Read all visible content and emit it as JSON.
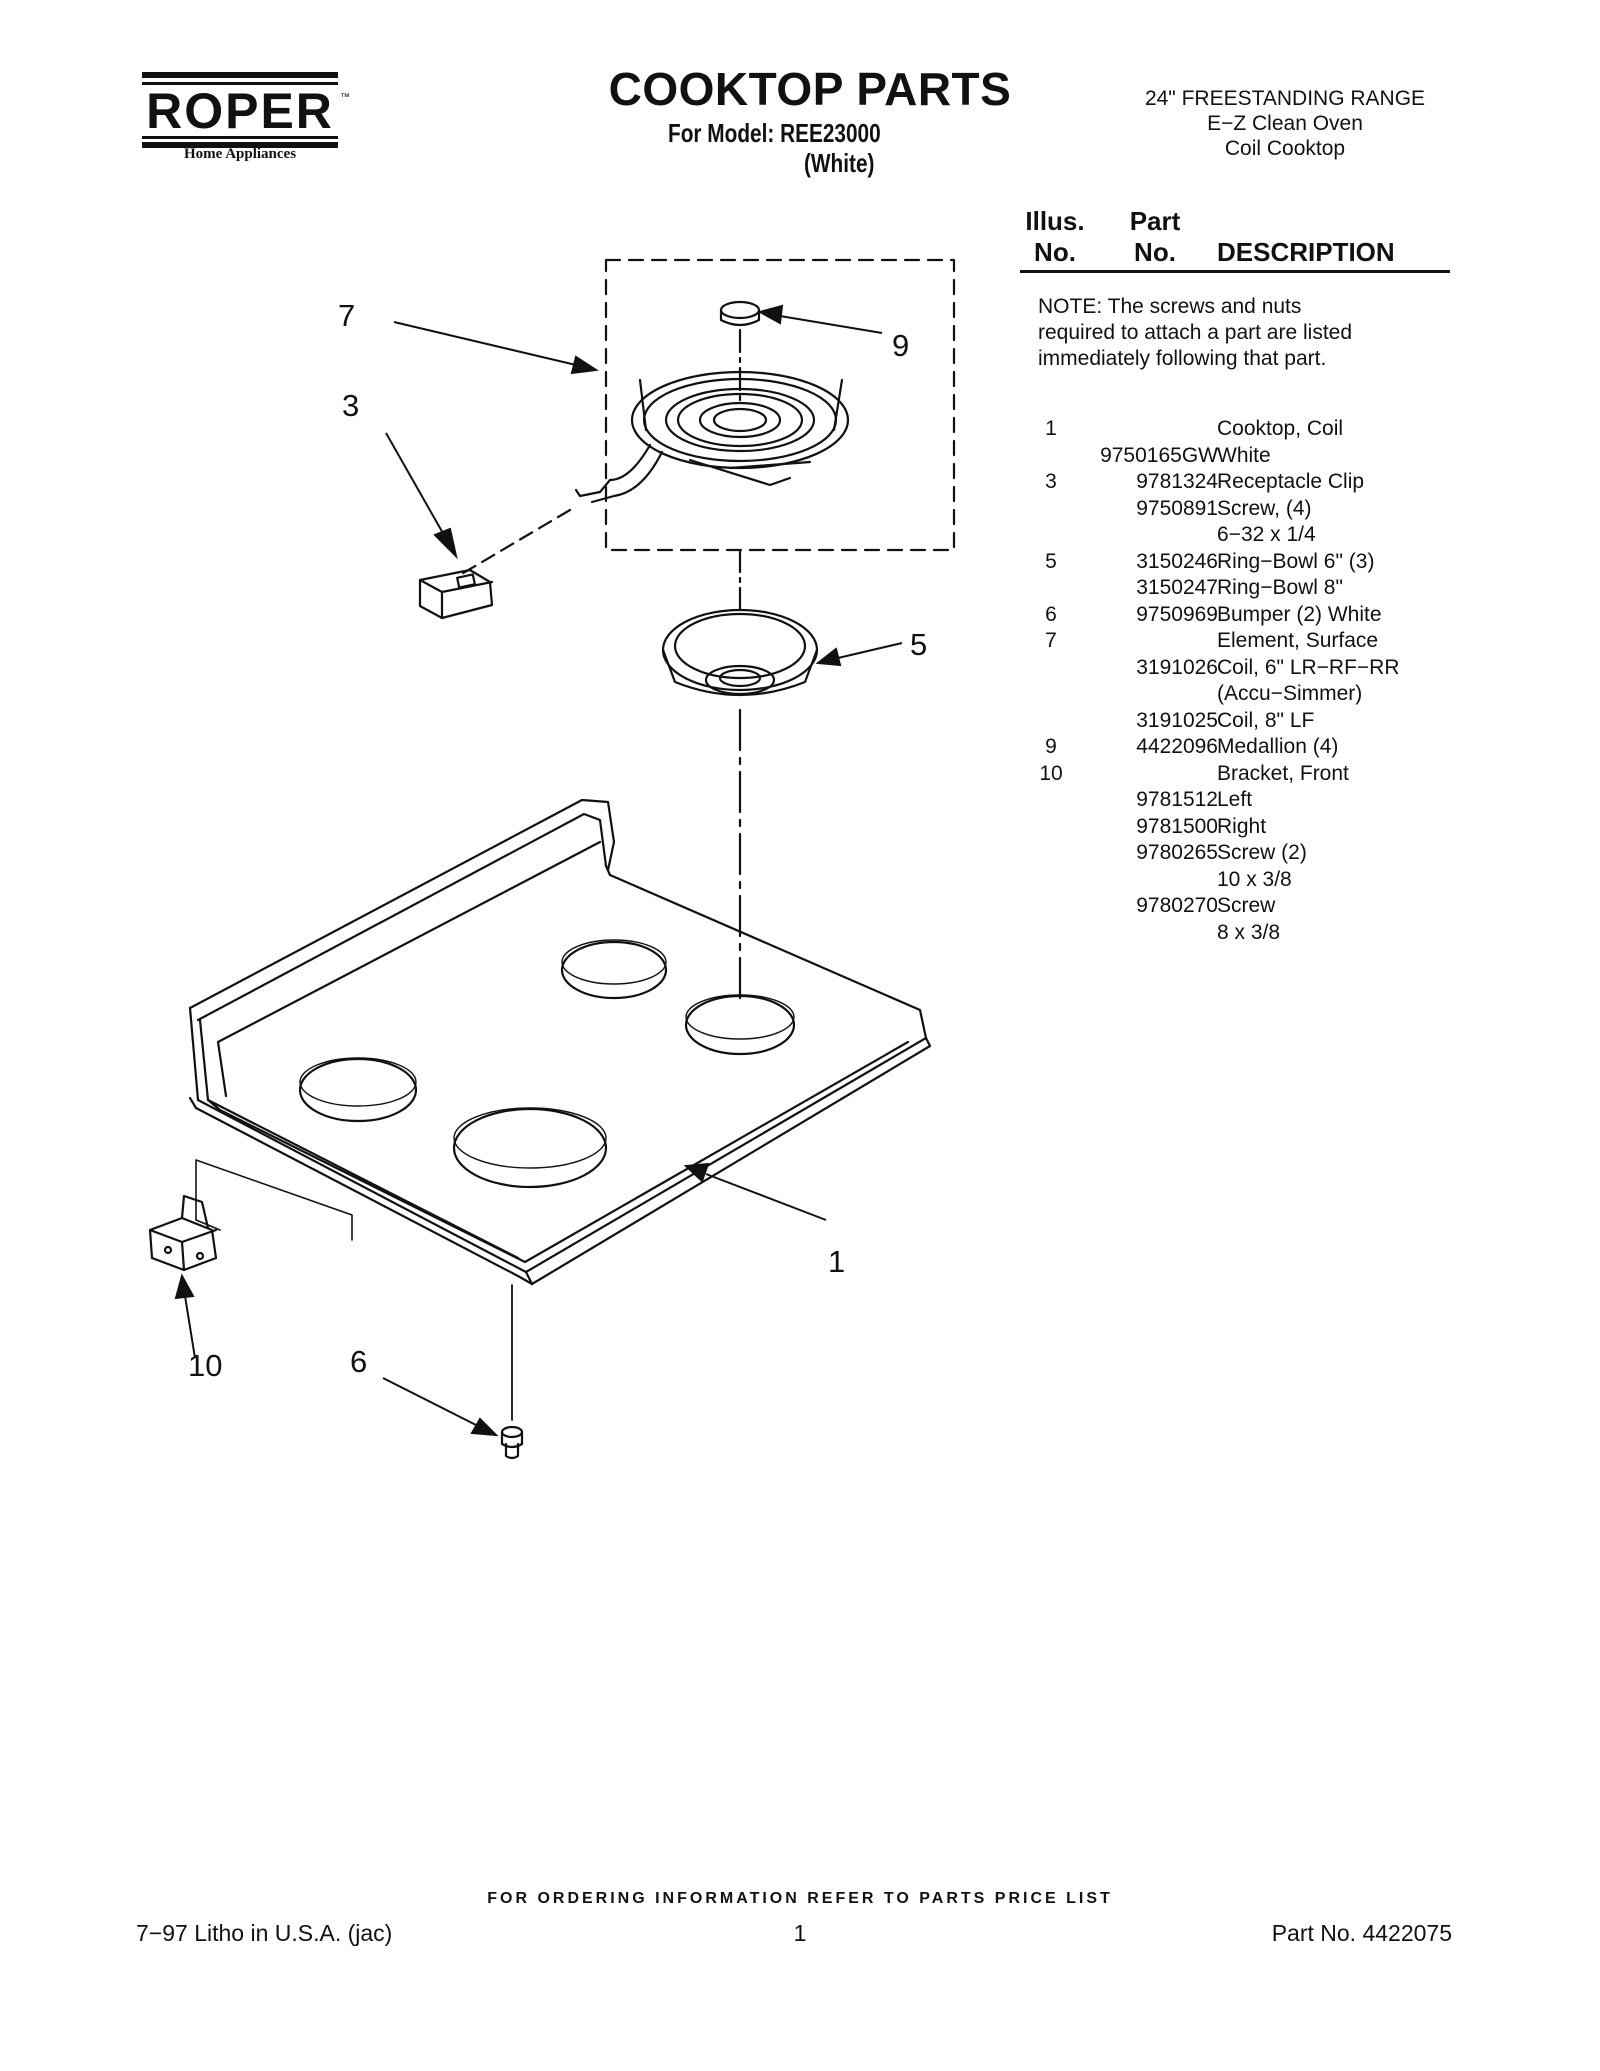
{
  "header": {
    "brand": "ROPER",
    "brand_tm": "™",
    "brand_sub": "Home Appliances",
    "title": "COOKTOP PARTS",
    "model_line": "For Model: REE23000",
    "color_line": "(White)",
    "product_lines": [
      "24\" FREESTANDING RANGE",
      "E−Z Clean Oven",
      "Coil Cooktop"
    ]
  },
  "parts_list": {
    "col_illus": [
      "Illus.",
      "No."
    ],
    "col_part": [
      "Part",
      "No."
    ],
    "col_desc": "DESCRIPTION",
    "note": "NOTE: The screws and nuts required to attach a part are listed immediately following that part.",
    "rows": [
      {
        "illus": "1",
        "part": "",
        "desc": "Cooktop, Coil"
      },
      {
        "illus": "",
        "part": "9750165GW",
        "desc": "White"
      },
      {
        "illus": "3",
        "part": "9781324",
        "desc": "Receptacle Clip"
      },
      {
        "illus": "",
        "part": "9750891",
        "desc": "Screw, (4)"
      },
      {
        "illus": "",
        "part": "",
        "desc": "6−32 x 1/4"
      },
      {
        "illus": "5",
        "part": "3150246",
        "desc": "Ring−Bowl 6\" (3)"
      },
      {
        "illus": "",
        "part": "3150247",
        "desc": "Ring−Bowl 8\""
      },
      {
        "illus": "6",
        "part": "9750969",
        "desc": "Bumper (2) White"
      },
      {
        "illus": "7",
        "part": "",
        "desc": "Element, Surface"
      },
      {
        "illus": "",
        "part": "3191026",
        "desc": "Coil, 6\" LR−RF−RR"
      },
      {
        "illus": "",
        "part": "",
        "desc": "(Accu−Simmer)"
      },
      {
        "illus": "",
        "part": "3191025",
        "desc": "Coil, 8\" LF"
      },
      {
        "illus": "9",
        "part": "4422096",
        "desc": "Medallion (4)"
      },
      {
        "illus": "10",
        "part": "",
        "desc": "Bracket, Front"
      },
      {
        "illus": "",
        "part": "9781512",
        "desc": "Left"
      },
      {
        "illus": "",
        "part": "9781500",
        "desc": "Right"
      },
      {
        "illus": "",
        "part": "9780265",
        "desc": "Screw (2)"
      },
      {
        "illus": "",
        "part": "",
        "desc": "10 x 3/8"
      },
      {
        "illus": "",
        "part": "9780270",
        "desc": "Screw"
      },
      {
        "illus": "",
        "part": "",
        "desc": "8 x 3/8"
      }
    ]
  },
  "diagram": {
    "callouts": [
      "7",
      "3",
      "9",
      "5",
      "1",
      "10",
      "6"
    ]
  },
  "footer": {
    "ordering_info": "FOR ORDERING INFORMATION REFER TO PARTS PRICE LIST",
    "litho": "7−97 Litho in U.S.A. (jac)",
    "page": "1",
    "part_no": "Part No. 4422075"
  }
}
